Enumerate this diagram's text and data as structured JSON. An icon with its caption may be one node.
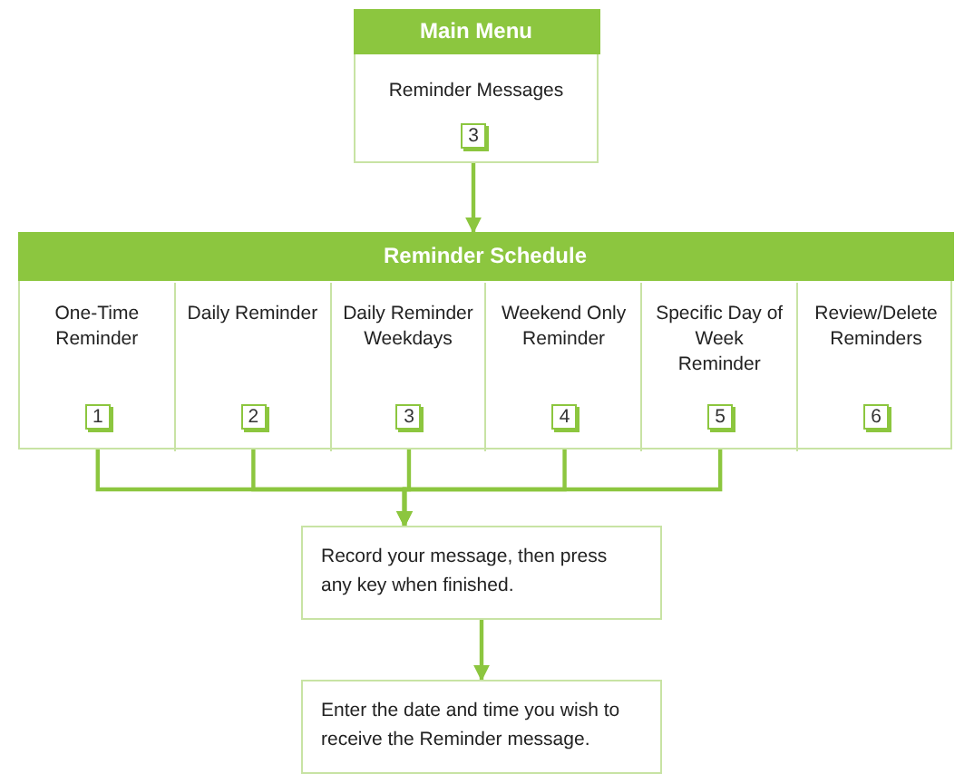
{
  "diagram": {
    "nodes": [
      {
        "text": [
          "Main Menu",
          "Reminder Messages"
        ]
      },
      {
        "text": [
          "3"
        ],
        "in": 0
      },
      {
        "text": [
          "Reminder Schedule"
        ]
      },
      {
        "text": [
          "One-Time Reminder"
        ],
        "in": 2
      },
      {
        "text": [
          "Daily Reminder"
        ],
        "in": 2
      },
      {
        "text": [
          "Daily Reminder Weekdays"
        ],
        "in": 2
      },
      {
        "text": [
          "Weekend Only Reminder"
        ],
        "in": 2
      },
      {
        "text": [
          "Specific Day of Week Reminder"
        ],
        "in": 2
      },
      {
        "text": [
          "Review/Delete Reminders"
        ],
        "in": 2
      },
      {
        "text": [
          "1"
        ],
        "in": 3
      },
      {
        "text": [
          "2"
        ],
        "in": 4
      },
      {
        "text": [
          "3"
        ],
        "in": 5
      },
      {
        "text": [
          "4"
        ],
        "in": 6
      },
      {
        "text": [
          "5"
        ],
        "in": 7
      },
      {
        "text": [
          "6"
        ],
        "in": 8
      },
      {
        "text": [
          "Record your message, then press any key when finished."
        ]
      },
      {
        "text": [
          "Enter the date and time you wish to receive the Reminder message."
        ]
      }
    ],
    "edges": [
      {
        "from": 1,
        "to": 2,
        "arrow": "to"
      },
      {
        "from": 9,
        "to": 15,
        "arrow": "to"
      },
      {
        "from": 10,
        "to": 15,
        "arrow": "to"
      },
      {
        "from": 11,
        "to": 15,
        "arrow": "to"
      },
      {
        "from": 12,
        "to": 15,
        "arrow": "to"
      },
      {
        "from": 13,
        "to": 15,
        "arrow": "to"
      },
      {
        "from": 15,
        "to": 16,
        "arrow": "to"
      }
    ]
  }
}
